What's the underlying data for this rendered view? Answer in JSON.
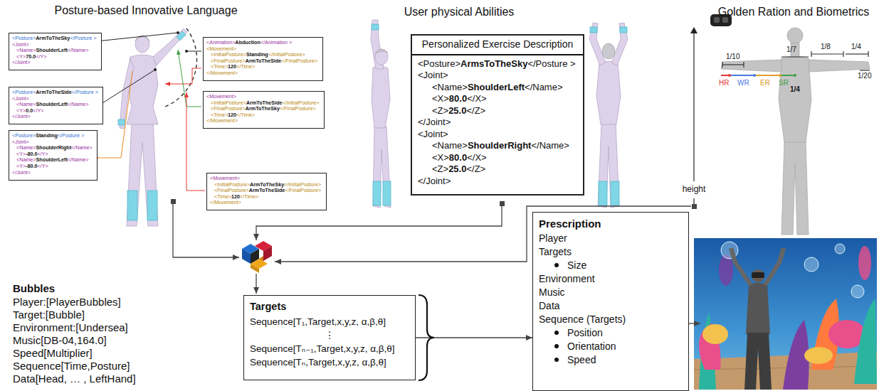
{
  "diagram": {
    "nodes": [
      {
        "text": [
          "<Posture>ArmToTheSky</Posture >",
          "<Joint>",
          "<Name>ShoulderLeft</Name>",
          "<Y>70.0</Y>",
          "</Joint>"
        ]
      },
      {
        "text": [
          "<Posture>ArmToTheSide</Posture >",
          "<Joint>",
          "<Name>ShoulderLeft</Name>",
          "<Y>0.0</Y>",
          "</Joint>"
        ]
      },
      {
        "text": [
          "<Posture>Standing</Posture >",
          "<Joint>",
          "<Name>ShoulderRight</Name>",
          "<Y>-80.0</Y>",
          "<Name>ShoulderLeft</Name>",
          "<Y>-80.0</Y>",
          "</Joint>"
        ]
      },
      {
        "text": [
          "<Animation>Abduction</Animation >",
          "<Movement>",
          "<InitialPosture>Standing</InitialPosture>",
          "<FinalPosture>ArmToTheSide</FinalPosture>",
          "<Time>120</Time>",
          "</Movement>"
        ]
      },
      {
        "text": [
          "<Movement>",
          "<InitialPosture>ArmToTheSide</InitialPosture>",
          "<FinalPosture>ArmToTheSky</FinalPosture>",
          "<Time>120</Time>",
          "</Movement>"
        ]
      },
      {
        "text": [
          "<Movement>",
          "<InitialPosture>ArmToTheSky</InitialPosture>",
          "<FinalPosture>ArmToTheSide</FinalPosture>",
          "<Time>120</Time>",
          "</Movement>"
        ]
      },
      {
        "text": [
          "Personalized Exercise Description",
          "<Posture>ArmsToTheSky</Posture >",
          "<Joint>",
          "<Name>ShoulderLeft</Name>",
          "<X>80.0</X>",
          "<Z>25.0</Z>",
          "</Joint>",
          "<Joint>",
          "<Name>ShoulderRight</Name>",
          "<X>80.0</X>",
          "<Z>25.0</Z>",
          "</Joint>"
        ]
      },
      {
        "text": [
          "Targets",
          "Sequence[T₁,Target,x,y,z, α,β,θ]",
          "⋮",
          "Sequence[Tₙ₋₁,Target,x,y,z, α,β,θ]",
          "Sequence[Tₙ,Target,x,y,z, α,β,θ]"
        ]
      },
      {
        "text": [
          "Prescription",
          "Player",
          "Targets",
          "Size",
          "Environment",
          "Music",
          "Data",
          "Sequence (Targets)",
          "Position",
          "Orientation",
          "Speed"
        ]
      }
    ],
    "edges": [
      {
        "from": 7,
        "to": 8,
        "arrow": "to"
      }
    ],
    "labels": [
      "Posture-based Innovative Language",
      "User physical Abilities",
      "Golden Ration and Biometrics",
      "1/10",
      "1/7",
      "1/8",
      "1/4",
      "1/20",
      "1/4",
      "HR",
      "WR",
      "ER",
      "SR",
      "height",
      "Bubbles",
      "Player:[PlayerBubbles]",
      "Target:[Bubble]",
      "Environment:[Undersea]",
      "Music[DB-04,164.0]",
      "Speed[Multiplier]",
      "Sequence[Time,Posture]",
      "Data[Head, … , LeftHand]"
    ]
  }
}
